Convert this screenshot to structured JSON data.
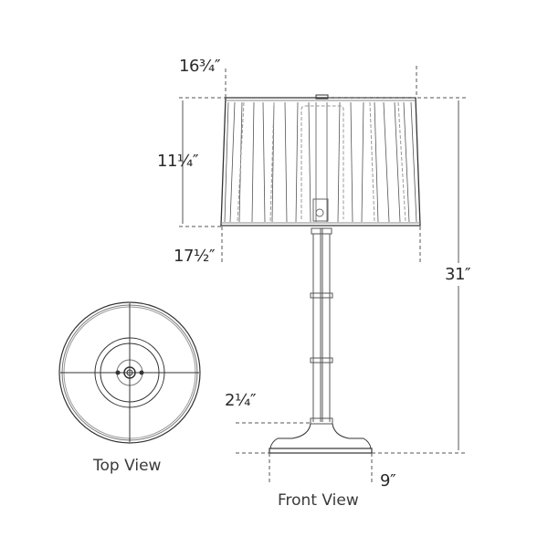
{
  "diagram": {
    "subject": "table lamp with pleated drum shade",
    "colors": {
      "line": "#333333",
      "dim": "#555555",
      "text": "#2a2a2a",
      "background": "#ffffff"
    },
    "dimensions": {
      "shade_top_width": "16¾″",
      "shade_height": "11¼″",
      "shade_bottom_width": "17½″",
      "overall_height": "31″",
      "base_height": "2¼″",
      "base_width": "9″"
    },
    "views": {
      "top": "Top View",
      "front": "Front View"
    }
  }
}
